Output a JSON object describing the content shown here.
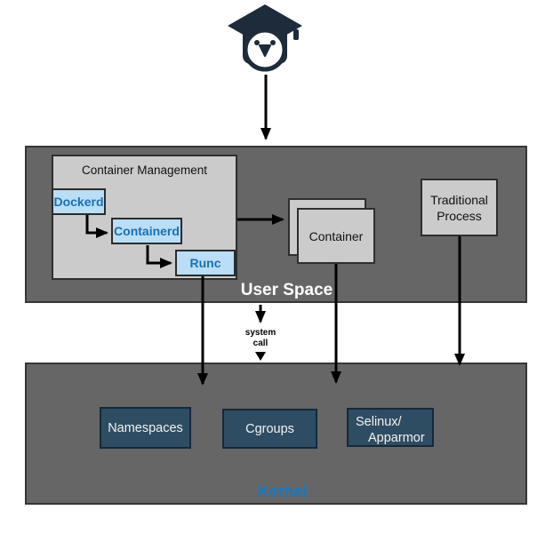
{
  "colors": {
    "space_fill": "#666666",
    "space_border": "#363636",
    "panel_fill": "#cbcbcb",
    "panel_border": "#2e2e2e",
    "blue_box_fill": "#b9def5",
    "blue_box_border": "#2b2b2b",
    "blue_text": "#1b70b2",
    "kernel_box_fill": "#2e4d63",
    "kernel_box_border": "#15293a",
    "kernel_label": "#1678c4",
    "user_space_label": "#ffffff",
    "owl": "#1d2b3a",
    "arrow": "#000000"
  },
  "icons": {
    "owl": "owl-graduation-cap-icon"
  },
  "user_space": {
    "label": "User Space",
    "container_management": {
      "title": "Container Management",
      "nodes": [
        {
          "label": "Dockerd"
        },
        {
          "label": "Containerd"
        },
        {
          "label": "Runc"
        }
      ]
    },
    "container": {
      "label": "Container"
    },
    "traditional_process": {
      "label": "Traditional Process",
      "lines": [
        "Traditional",
        "Process"
      ]
    }
  },
  "system_call": {
    "label": "system call",
    "lines": [
      "system",
      "call"
    ]
  },
  "kernel": {
    "label": "Kernel",
    "boxes": [
      {
        "label": "Namespaces"
      },
      {
        "label": "Cgroups"
      },
      {
        "label": "Selinux/ Apparmor",
        "lines": [
          "Selinux/",
          "Apparmor"
        ]
      }
    ]
  }
}
